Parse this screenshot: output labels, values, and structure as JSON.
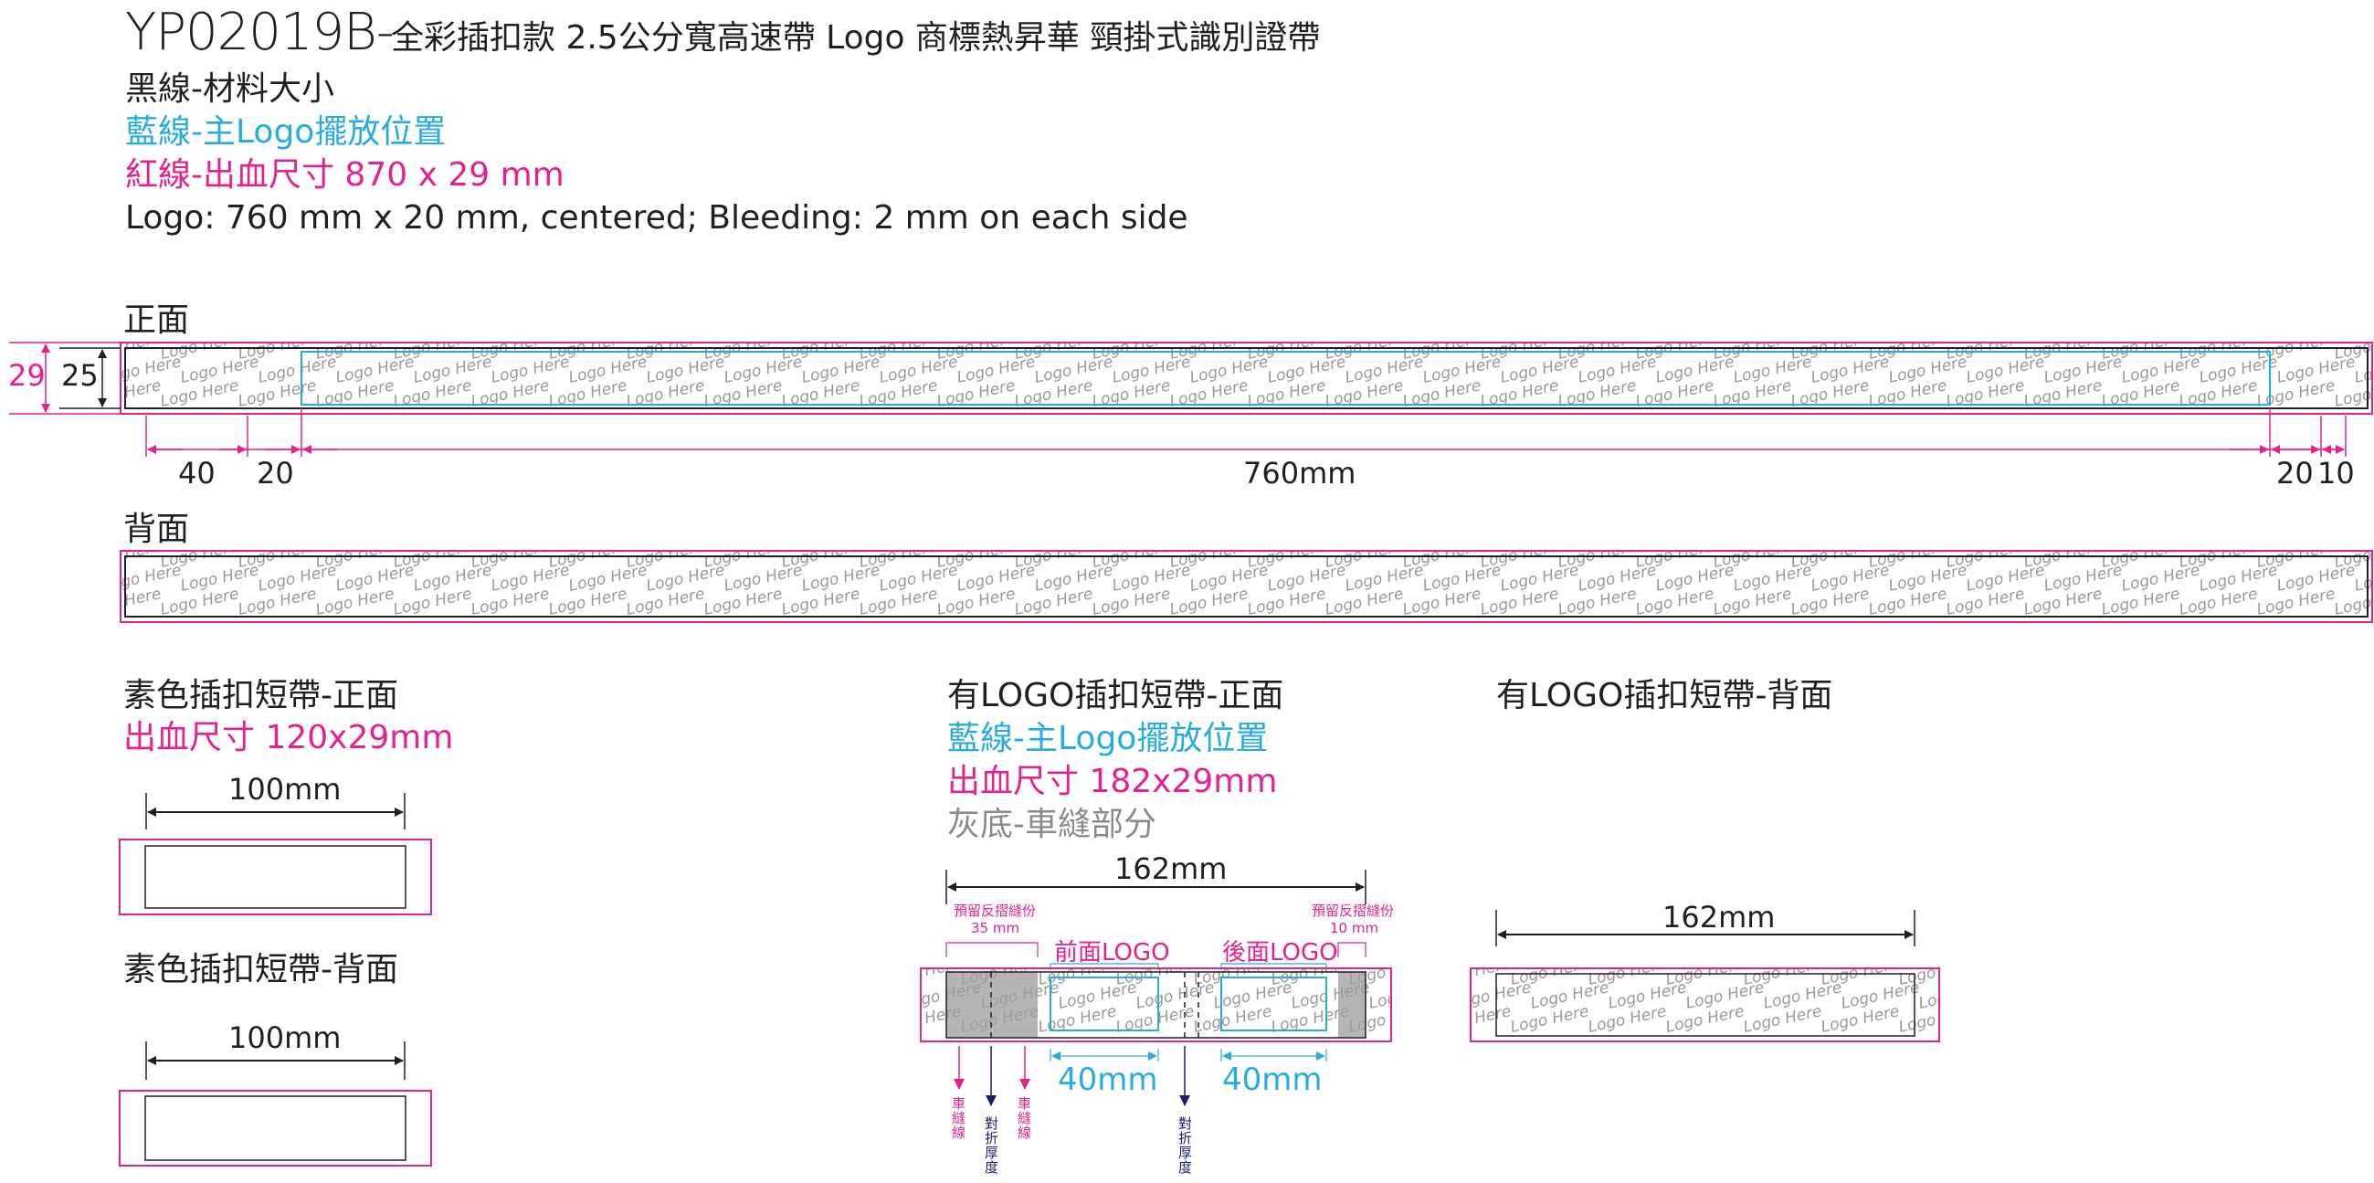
{
  "header": {
    "code": "YP02019B-",
    "description": "全彩插扣款 2.5公分寬高速帶 Logo 商標熱昇華 頸掛式識別證帶"
  },
  "legend": {
    "black_line": "黑線-材料大小",
    "blue_line": "藍線-主Logo擺放位置",
    "red_line": "紅線-出血尺寸 870 x 29 mm",
    "logo_spec": "Logo:  760 mm x 20 mm, centered; Bleeding: 2 mm on each side"
  },
  "colors": {
    "black": "#231f20",
    "blue": "#29abe2",
    "magenta": "#e5218b",
    "navy": "#1b1c6e",
    "gray": "#999999",
    "pattern": "#9a9a9a"
  },
  "pattern_text": "Logo Here",
  "main_strap": {
    "front_label": "正面",
    "back_label": "背面",
    "dim_outer": "29",
    "dim_inner": "25",
    "dim_40": "40",
    "dim_20_left": "20",
    "dim_760": "760mm",
    "dim_20_right": "20",
    "dim_10": "10"
  },
  "plain_short": {
    "front_title": "素色插扣短帶-正面",
    "bleed": "出血尺寸 120x29mm",
    "front_dim": "100mm",
    "back_title": "素色插扣短帶-背面",
    "back_dim": "100mm"
  },
  "logo_short_front": {
    "title": "有LOGO插扣短帶-正面",
    "blue_note": "藍線-主Logo擺放位置",
    "bleed": "出血尺寸 182x29mm",
    "gray_note": "灰底-車縫部分",
    "dim": "162mm",
    "reserve_left": "預留反摺縫份",
    "reserve_left_mm": "35 mm",
    "reserve_right": "預留反摺縫份",
    "reserve_right_mm": "10 mm",
    "front_logo": "前面LOGO",
    "back_logo": "後面LOGO",
    "dim_40_a": "40mm",
    "dim_40_b": "40mm",
    "sew_line_1": "車縫線",
    "fold_thickness_1": "對折厚度",
    "sew_line_2": "車縫線",
    "fold_thickness_2": "對折厚度"
  },
  "logo_short_back": {
    "title": "有LOGO插扣短帶-背面",
    "dim": "162mm"
  }
}
